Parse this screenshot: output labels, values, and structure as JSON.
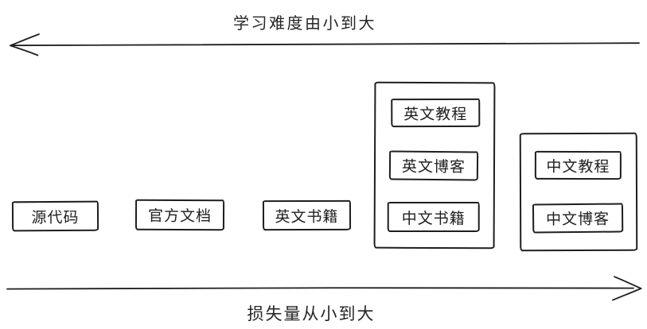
{
  "colors": {
    "ink": "#1e1e1e",
    "background": "#ffffff"
  },
  "axes": {
    "top": {
      "label": "学习难度由小到大",
      "direction": "left"
    },
    "bottom": {
      "label": "损失量从小到大",
      "direction": "right"
    }
  },
  "boxes": [
    {
      "label": "源代码"
    },
    {
      "label": "官方文档"
    },
    {
      "label": "英文书籍"
    }
  ],
  "groups": [
    {
      "items": [
        {
          "label": "英文教程"
        },
        {
          "label": "英文博客"
        },
        {
          "label": "中文书籍"
        }
      ]
    },
    {
      "items": [
        {
          "label": "中文教程"
        },
        {
          "label": "中文博客"
        }
      ]
    }
  ]
}
